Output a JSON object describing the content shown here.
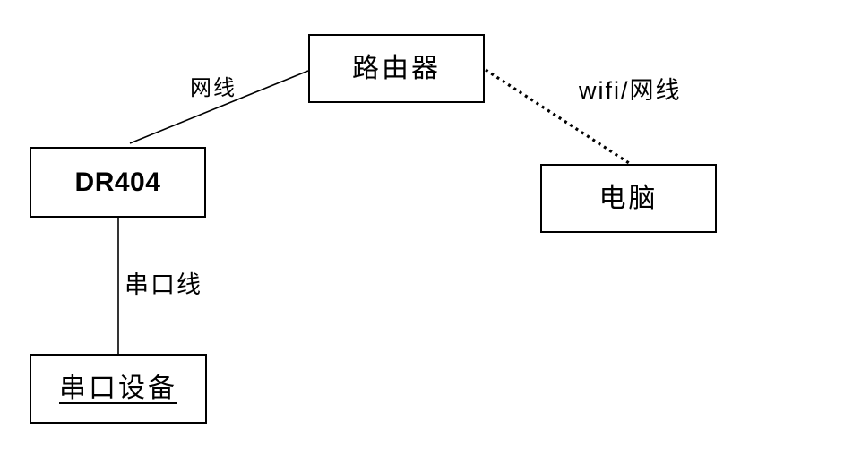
{
  "diagram": {
    "background_color": "#ffffff",
    "line_color": "#000000",
    "text_color": "#000000",
    "nodes": {
      "router": {
        "label": "路由器"
      },
      "dr404": {
        "label": "DR404"
      },
      "computer": {
        "label": "电脑"
      },
      "serial_device": {
        "label": "串口设备"
      }
    },
    "edges": {
      "network_cable": {
        "label": "网线",
        "from": "dr404",
        "to": "router",
        "style": "solid"
      },
      "wifi_or_network_cable": {
        "label": "wifi/网线",
        "from": "router",
        "to": "computer",
        "style": "dotted"
      },
      "serial_cable": {
        "label": "串口线",
        "from": "dr404",
        "to": "serial_device",
        "style": "solid"
      }
    }
  }
}
